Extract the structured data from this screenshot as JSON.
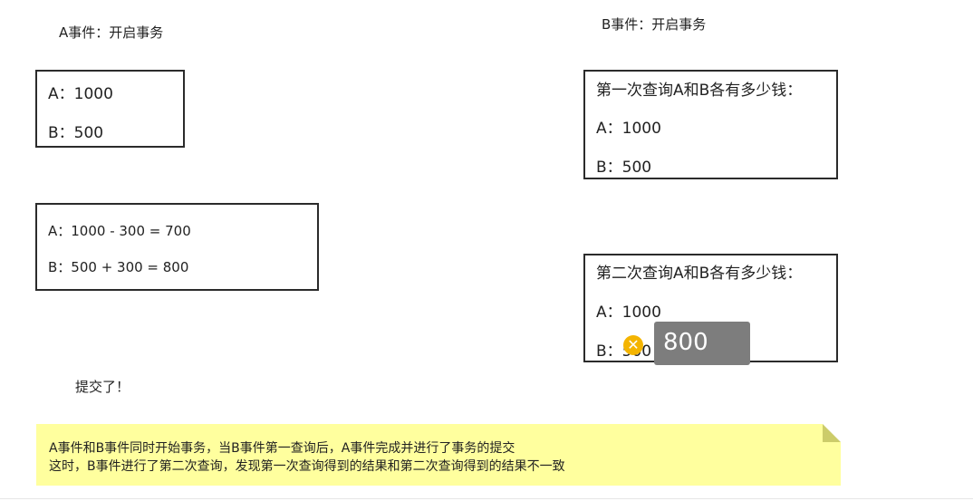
{
  "txA": {
    "title": "A事件：开启事务",
    "box1": {
      "a": "A：1000",
      "b": "B：500"
    },
    "box2": {
      "a": "A：1000 - 300 = 700",
      "b": "B：500 + 300 = 800"
    },
    "commit": "提交了！"
  },
  "txB": {
    "title": "B事件：开启事务",
    "query1": {
      "heading": "第一次查询A和B各有多少钱：",
      "a": "A：1000",
      "b": "B：500"
    },
    "query2": {
      "heading": "第二次查询A和B各有多少钱：",
      "a": "A：1000",
      "b": "B：500"
    }
  },
  "tooltip": {
    "value": "800",
    "icon": "close-circle-icon",
    "icon_color": "#f4b400"
  },
  "note": {
    "line1": "A事件和B事件同时开始事务，当B事件第一查询后，A事件完成并进行了事务的提交",
    "line2": "这时，B事件进行了第二次查询，发现第一次查询得到的结果和第二次查询得到的结果不一致",
    "color": "#ffff9e"
  }
}
